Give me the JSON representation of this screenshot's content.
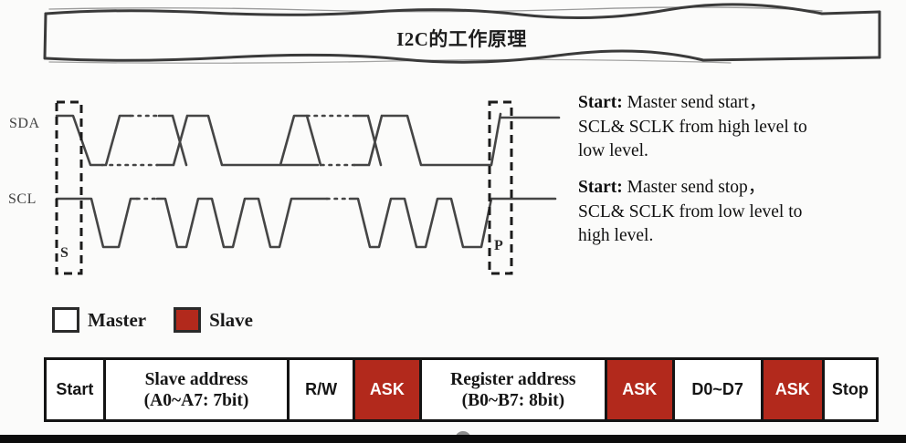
{
  "title": "I2C的工作原理",
  "waveform": {
    "sda_label": "SDA",
    "scl_label": "SCL",
    "start_marker": "S",
    "stop_marker": "P"
  },
  "annotations": [
    {
      "lead": "Start:",
      "line1": "Master send start，",
      "line2": "SCL& SCLK from high level to",
      "line3": "low level."
    },
    {
      "lead": "Start:",
      "line1": "Master send stop，",
      "line2": "SCL& SCLK from low level to",
      "line3": "high level."
    }
  ],
  "legend": {
    "items": [
      {
        "label": "Master",
        "color": "#ffffff"
      },
      {
        "label": "Slave",
        "color": "#b2291c"
      }
    ]
  },
  "table": {
    "cells": [
      {
        "label": "Start",
        "role": "master"
      },
      {
        "label": "Slave address",
        "sublabel": "(A0~A7: 7bit)",
        "role": "master"
      },
      {
        "label": "R/W",
        "role": "master"
      },
      {
        "label": "ASK",
        "role": "slave"
      },
      {
        "label": "Register address",
        "sublabel": "(B0~B7: 8bit)",
        "role": "master"
      },
      {
        "label": "ASK",
        "role": "slave"
      },
      {
        "label": "D0~D7",
        "role": "master"
      },
      {
        "label": "ASK",
        "role": "slave"
      },
      {
        "label": "Stop",
        "role": "master"
      }
    ]
  },
  "colors": {
    "slave_red": "#b2291c",
    "waveform_line": "#454545",
    "dashed_box": "#1b1b1b",
    "bottom_bar": "#0c0c0c"
  }
}
